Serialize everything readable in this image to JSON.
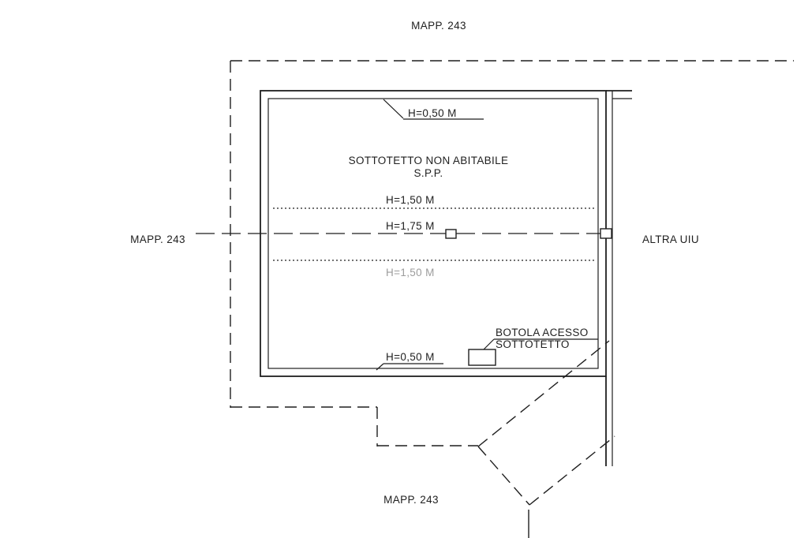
{
  "drawing": {
    "background": "#ffffff",
    "ink": "#1f1f1f",
    "muted_ink": "#9c9c9c",
    "description": "Cadastral attic floor plan (scanned technical drawing)"
  },
  "labels": {
    "parcel_top": "MAPP. 243",
    "parcel_left": "MAPP. 243",
    "parcel_bottom": "MAPP. 243",
    "adjacent_unit": "ALTRA UIU"
  },
  "room": {
    "title": "SOTTOTETTO NON ABITABILE",
    "subtitle": "S.P.P."
  },
  "heights": {
    "eaves_top": "H=0,50 M",
    "line_150_upper": "H=1,50 M",
    "line_175": "H=1,75 M",
    "line_150_lower": "H=1,50 M",
    "eaves_bottom": "H=0,50 M"
  },
  "hatch_note": {
    "line1": "BOTOLA ACESSO",
    "line2": "SOTTOTETTO"
  }
}
